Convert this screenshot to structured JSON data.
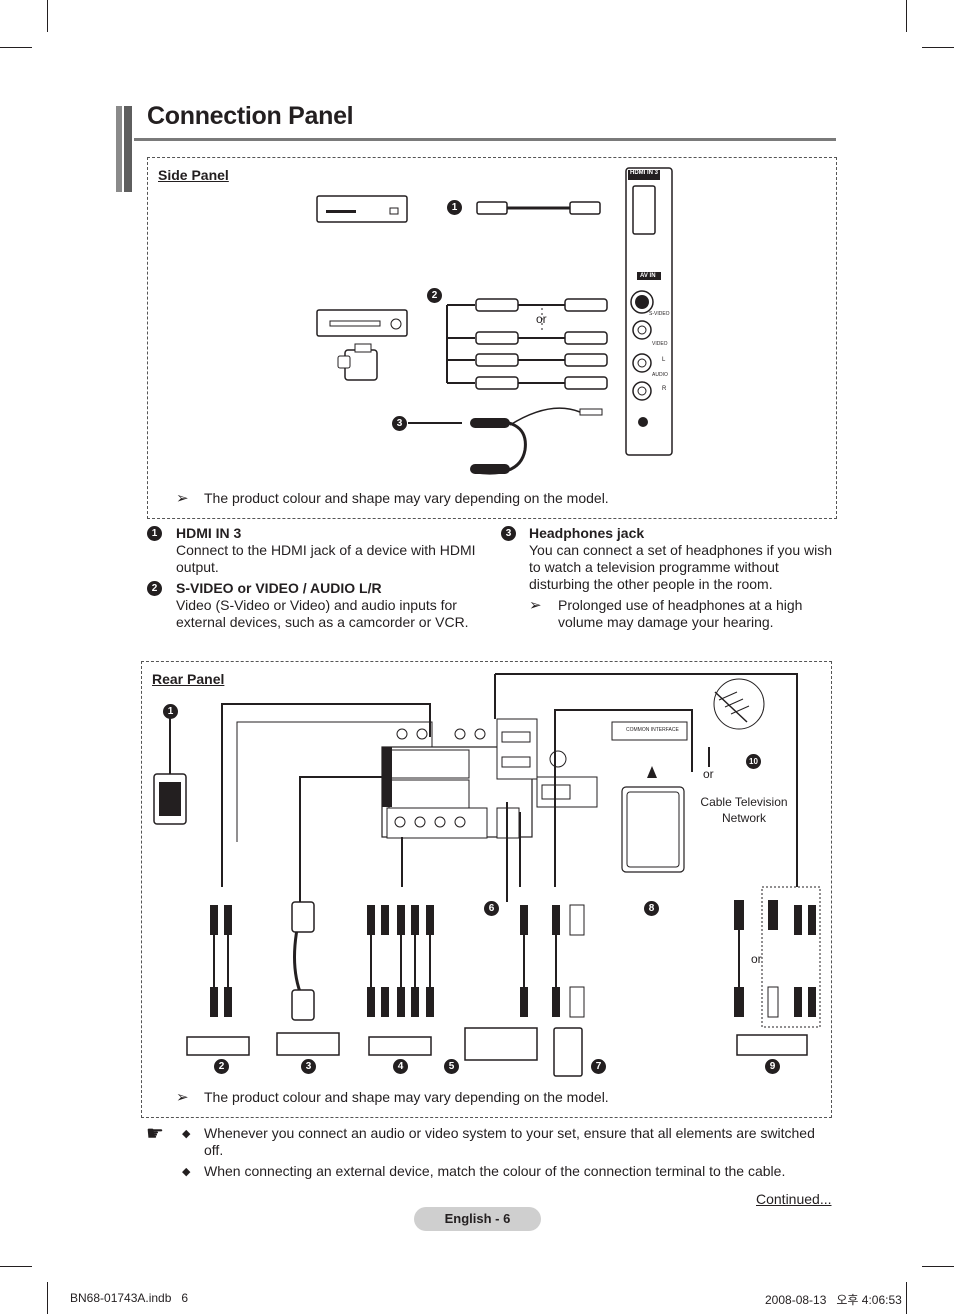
{
  "page": {
    "title": "Connection Panel",
    "side_panel": {
      "label": "Side Panel",
      "note": "The product colour and shape may vary depending on the model.",
      "or_label": "or",
      "port_labels": {
        "hdmi": "HDMI IN 3",
        "av": "AV IN",
        "svideo": "S-VIDEO",
        "video": "VIDEO",
        "audio": "AUDIO",
        "l": "L",
        "r": "R"
      }
    },
    "items": [
      {
        "num": "1",
        "heading": "HDMI IN 3",
        "text": "Connect to the HDMI jack of a device with HDMI output."
      },
      {
        "num": "2",
        "heading": "S-VIDEO or VIDEO / AUDIO L/R",
        "text": "Video (S-Video or Video) and audio inputs for external devices, such as a camcorder or VCR."
      },
      {
        "num": "3",
        "heading": "Headphones jack",
        "text": "You can connect a set of headphones if you wish to watch a television programme without disturbing the other people in the room.",
        "subnote": "Prolonged use of headphones at a high volume may damage your hearing."
      }
    ],
    "rear_panel": {
      "label": "Rear Panel",
      "note": "The product colour and shape may vary depending on the model.",
      "cable_tv": "Cable Television Network",
      "or_label": "or",
      "ci_label": "COMMON INTERFACE",
      "numbers": [
        "1",
        "2",
        "3",
        "4",
        "5",
        "6",
        "7",
        "8",
        "9",
        "10"
      ]
    },
    "warnings": [
      "Whenever you connect an audio or video system to your set, ensure that all elements are switched off.",
      "When connecting an external device, match the colour of the connection terminal to the cable."
    ],
    "continued": "Continued...",
    "page_label": "English - 6",
    "footer_left": "BN68-01743A.indb   6",
    "footer_right": "2008-08-13   오후 4:06:53"
  }
}
